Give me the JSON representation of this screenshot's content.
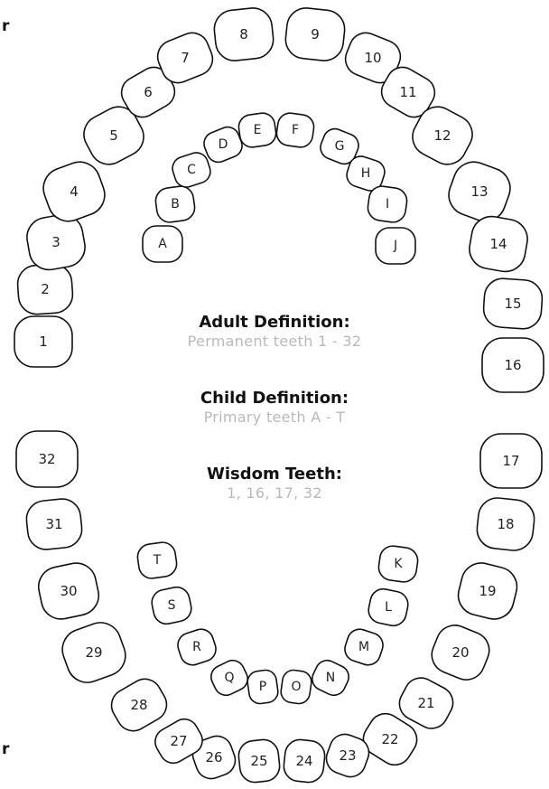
{
  "edge_labels": {
    "top_left": "r",
    "bottom_left": "r"
  },
  "definitions": {
    "adult": {
      "title": "Adult Definition:",
      "text": "Permanent teeth 1 - 32"
    },
    "child": {
      "title": "Child Definition:",
      "text": "Primary teeth A - T"
    },
    "wisdom": {
      "title": "Wisdom Teeth:",
      "text": "1, 16, 17, 32"
    }
  },
  "teeth": {
    "adult": [
      "1",
      "2",
      "3",
      "4",
      "5",
      "6",
      "7",
      "8",
      "9",
      "10",
      "11",
      "12",
      "13",
      "14",
      "15",
      "16",
      "17",
      "18",
      "19",
      "20",
      "21",
      "22",
      "23",
      "24",
      "25",
      "26",
      "27",
      "28",
      "29",
      "30",
      "31",
      "32"
    ],
    "primary": [
      "A",
      "B",
      "C",
      "D",
      "E",
      "F",
      "G",
      "H",
      "I",
      "J",
      "K",
      "L",
      "M",
      "N",
      "O",
      "P",
      "Q",
      "R",
      "S",
      "T"
    ]
  },
  "colors": {
    "outline": "#111111",
    "label": "#222222",
    "subtext": "#b9b9b9"
  }
}
